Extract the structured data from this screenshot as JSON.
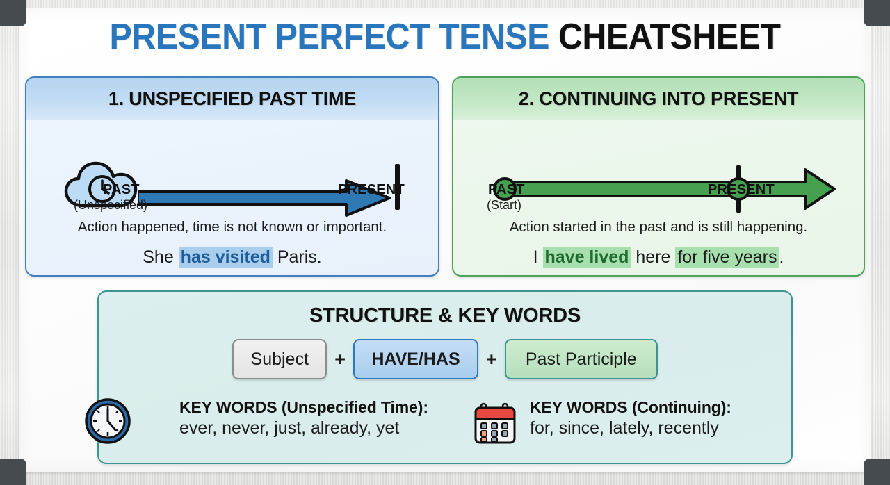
{
  "board": {
    "title_part1": "PRESENT PERFECT TENSE",
    "title_part2": "CHEATSHEET",
    "accent_blue": "#2a76bd",
    "accent_green": "#4da35a",
    "accent_teal": "#3d9592",
    "frame_corner_color": "#454b4f"
  },
  "panel1": {
    "header": "1. UNSPECIFIED PAST TIME",
    "icon": "cloud-clock-icon",
    "left_label": "PAST",
    "left_sublabel": "(Unspecified)",
    "right_label": "PRESENT",
    "description": "Action happened, time is not known or important.",
    "example_prefix": "She ",
    "example_highlight": "has visited",
    "example_suffix": " Paris.",
    "border_color": "#3f7fbe",
    "header_color": "#bdd7f0",
    "highlight_bg": "#a9cdec",
    "highlight_fg": "#1f5d98"
  },
  "panel2": {
    "header": "2. CONTINUING INTO PRESENT",
    "left_label": "PAST",
    "left_sublabel": "(Start)",
    "right_label": "PRESENT",
    "description": "Action started in the past and is still happening.",
    "example_prefix": "I ",
    "example_highlight1": "have lived",
    "example_middle": " here ",
    "example_highlight2": "for five years",
    "example_suffix": ".",
    "border_color": "#4da35a",
    "header_color": "#bfe4c1",
    "highlight_bg": "#a8dfae",
    "highlight_fg": "#1f6b2e"
  },
  "structure": {
    "title": "STRUCTURE & KEY WORDS",
    "formula": {
      "subject": "Subject",
      "plus1": "+",
      "auxiliary": "HAVE/HAS",
      "plus2": "+",
      "participle": "Past Participle"
    },
    "keywords": [
      {
        "icon": "clock-icon",
        "title": "KEY WORDS (Unspecified Time):",
        "words": "ever, never, just, already, yet"
      },
      {
        "icon": "calendar-icon",
        "title": "KEY WORDS (Continuing):",
        "words": "for, since, lately, recently"
      }
    ],
    "border_color": "#3d9592",
    "background_color": "#dcefee"
  }
}
